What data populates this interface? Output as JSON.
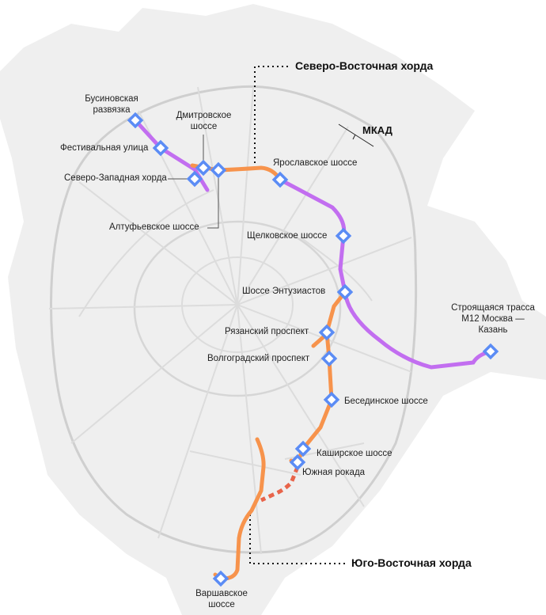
{
  "titles": {
    "north_east": "Северо-Восточная хорда",
    "south_east": "Юго-Восточная хорда",
    "mkad": "МКАД"
  },
  "stations": {
    "businovskaya": "Бусиновская развязка",
    "festivalnaya": "Фестивальная улица",
    "dmitrovskoe": "Дмитровское шоссе",
    "szh": "Северо-Западная хорда",
    "altufyevskoe": "Алтуфьевское шоссе",
    "yaroslavskoe": "Ярославское шоссе",
    "shchelkovskoe": "Щелковское шоссе",
    "entuziastov": "Шоссе Энтузиастов",
    "ryazansky": "Рязанский проспект",
    "volgogradsky": "Волгоградский проспект",
    "besedinskoe": "Бесединское шоссе",
    "kashirskoe": "Каширское шоссе",
    "yuzhnaya": "Южная рокада",
    "varshavskoe": "Варшавское шоссе",
    "m12": "Строящаяся трасса М12 Москва — Казань"
  },
  "colors": {
    "orange": "#f7934c",
    "purple": "#c26ef0",
    "station": "#5b8cf5",
    "dashed": "#e8644a",
    "land": "#eeeeee",
    "road": "#d9d9d9"
  }
}
